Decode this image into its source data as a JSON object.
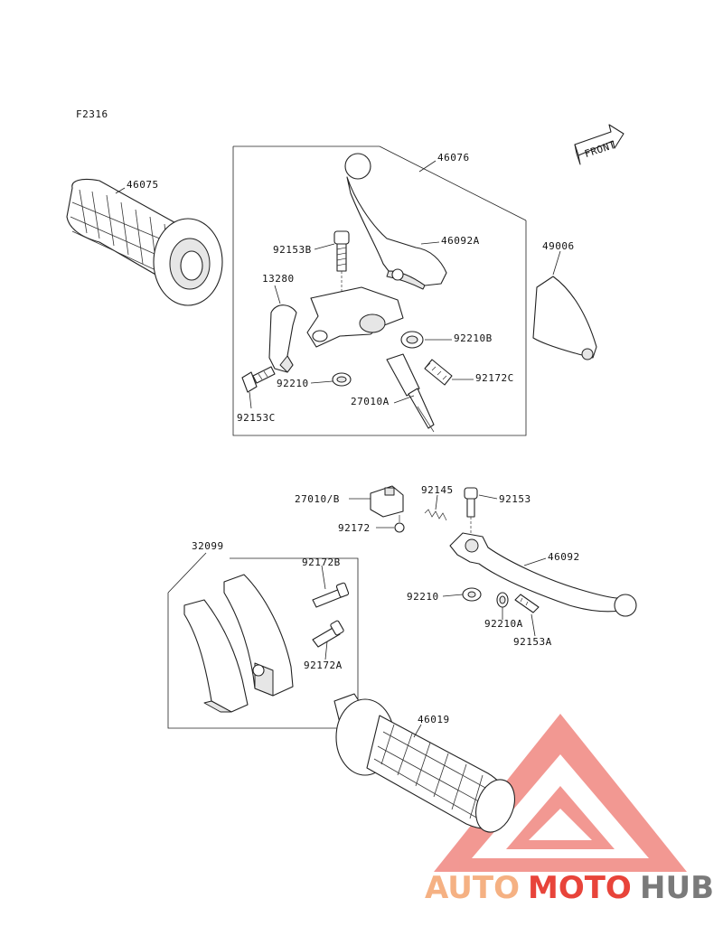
{
  "figure_code": "F2316",
  "front_marker": "FRONT",
  "part_labels": {
    "p46075": "46075",
    "p46076": "46076",
    "p46092A": "46092A",
    "p49006": "49006",
    "p92153B": "92153B",
    "p13280": "13280",
    "p92210B": "92210B",
    "p92172C": "92172C",
    "p92210": "92210",
    "p27010A": "27010A",
    "p92153C": "92153C",
    "p27010B": "27010/B",
    "p92145": "92145",
    "p92153": "92153",
    "p92172": "92172",
    "p32099": "32099",
    "p92172B": "92172B",
    "p46092": "46092",
    "p92210_2": "92210",
    "p92210A": "92210A",
    "p92153A": "92153A",
    "p92172A": "92172A",
    "p46019": "46019"
  },
  "watermark": {
    "brand_part1": "AUTO",
    "brand_part2": "MOTO",
    "brand_part3": "HUB",
    "color_light": "#f5b183",
    "color_red": "#e8443a",
    "color_gray": "#7a7a7a"
  }
}
